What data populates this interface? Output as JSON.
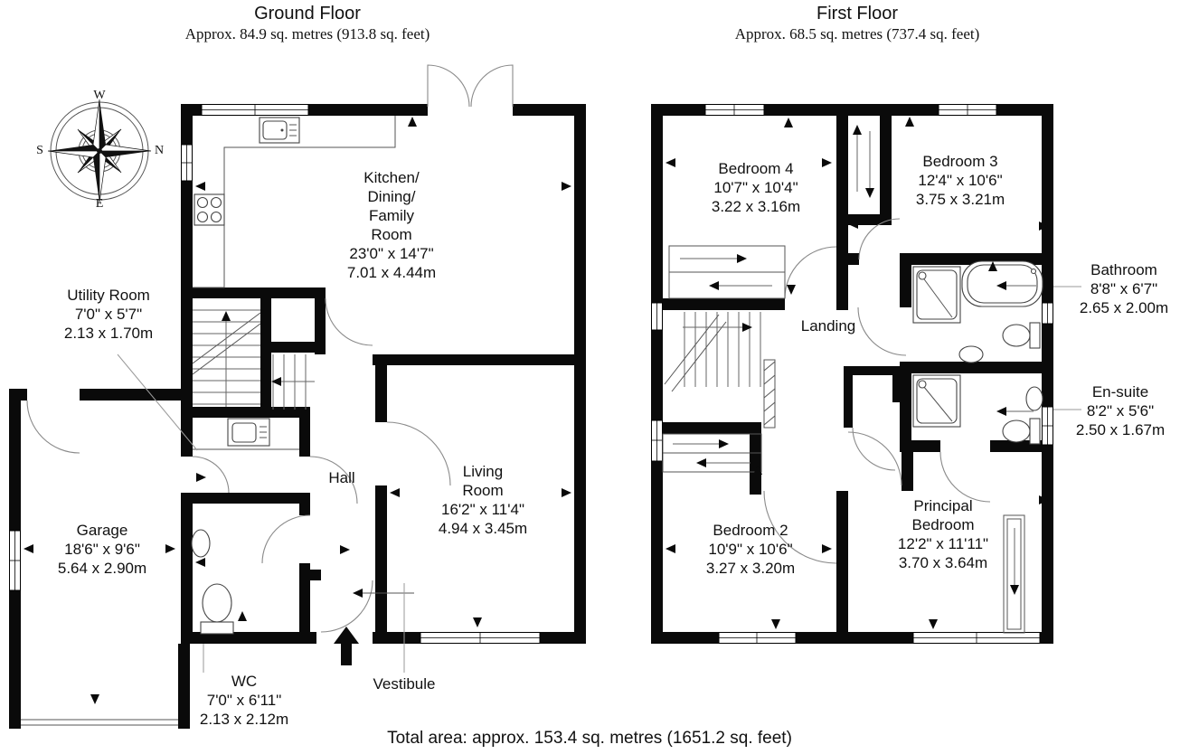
{
  "header": {
    "ground": {
      "title": "Ground Floor",
      "subtitle": "Approx. 84.9 sq. metres (913.8 sq. feet)"
    },
    "first": {
      "title": "First Floor",
      "subtitle": "Approx. 68.5 sq. metres (737.4 sq. feet)"
    }
  },
  "compass": {
    "top": "W",
    "right": "N",
    "bottom": "E",
    "left": "S"
  },
  "rooms_ground": {
    "kitchen": {
      "name": [
        "Kitchen/",
        "Dining/",
        "Family",
        "Room"
      ],
      "imperial": "23'0\" x 14'7\"",
      "metric": "7.01 x 4.44m"
    },
    "utility": {
      "name": [
        "Utility Room"
      ],
      "imperial": "7'0\" x 5'7\"",
      "metric": "2.13 x 1.70m"
    },
    "garage": {
      "name": [
        "Garage"
      ],
      "imperial": "18'6\" x 9'6\"",
      "metric": "5.64 x 2.90m"
    },
    "hall": {
      "name": [
        "Hall"
      ]
    },
    "living": {
      "name": [
        "Living",
        "Room"
      ],
      "imperial": "16'2\" x 11'4\"",
      "metric": "4.94 x 3.45m"
    },
    "wc": {
      "name": [
        "WC"
      ],
      "imperial": "7'0\" x 6'11\"",
      "metric": "2.13 x 2.12m"
    },
    "vestibule": {
      "name": [
        "Vestibule"
      ]
    }
  },
  "rooms_first": {
    "bedroom4": {
      "name": [
        "Bedroom 4"
      ],
      "imperial": "10'7\" x 10'4\"",
      "metric": "3.22 x 3.16m"
    },
    "bedroom3": {
      "name": [
        "Bedroom 3"
      ],
      "imperial": "12'4\" x 10'6\"",
      "metric": "3.75 x 3.21m"
    },
    "bathroom": {
      "name": [
        "Bathroom"
      ],
      "imperial": "8'8\" x 6'7\"",
      "metric": "2.65 x 2.00m"
    },
    "ensuite": {
      "name": [
        "En-suite"
      ],
      "imperial": "8'2\" x 5'6\"",
      "metric": "2.50 x 1.67m"
    },
    "landing": {
      "name": [
        "Landing"
      ]
    },
    "bedroom2": {
      "name": [
        "Bedroom 2"
      ],
      "imperial": "10'9\" x 10'6\"",
      "metric": "3.27 x 3.20m"
    },
    "principal": {
      "name": [
        "Principal",
        "Bedroom"
      ],
      "imperial": "12'2\" x 11'11\"",
      "metric": "3.70 x 3.64m"
    }
  },
  "footer": {
    "total_area": "Total area: approx. 153.4 sq. metres (1651.2 sq. feet)"
  }
}
